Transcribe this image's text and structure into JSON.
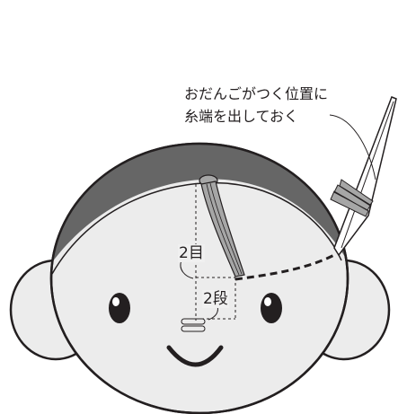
{
  "annotation": {
    "line1": "おだんごがつく位置に",
    "line2": "糸端を出しておく"
  },
  "measure_rows": "2目",
  "measure_stitches": "2段",
  "colors": {
    "face": "#ececec",
    "hair": "#666666",
    "outline": "#231f20",
    "yarn": "#a6a6a6"
  }
}
